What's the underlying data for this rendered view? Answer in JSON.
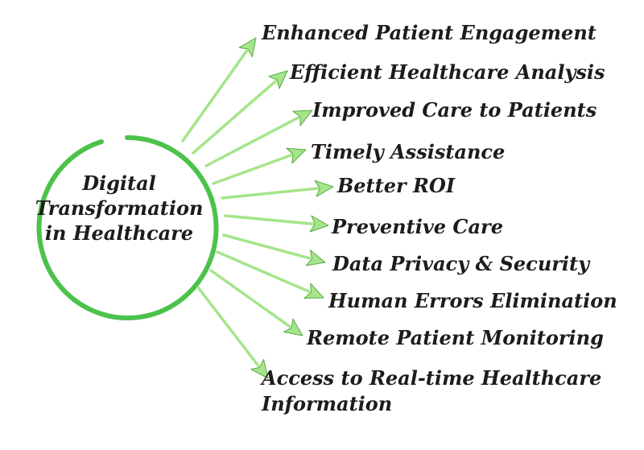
{
  "colors": {
    "accent": "#4cc24c",
    "arrow": "#a4e58a",
    "arrow_outline": "#5aa847",
    "text": "#1c1c1c"
  },
  "center": {
    "lines": [
      "Digital",
      "Transformation",
      "in Healthcare"
    ]
  },
  "benefits": [
    {
      "lines": [
        "Enhanced Patient Engagement"
      ]
    },
    {
      "lines": [
        "Efficient Healthcare Analysis"
      ]
    },
    {
      "lines": [
        "Improved Care to Patients"
      ]
    },
    {
      "lines": [
        "Timely Assistance"
      ]
    },
    {
      "lines": [
        "Better ROI"
      ]
    },
    {
      "lines": [
        "Preventive Care"
      ]
    },
    {
      "lines": [
        "Data Privacy & Security"
      ]
    },
    {
      "lines": [
        "Human Errors Elimination"
      ]
    },
    {
      "lines": [
        "Remote Patient Monitoring"
      ]
    },
    {
      "lines": [
        "Access to Real-time Healthcare",
        "Information"
      ]
    }
  ]
}
